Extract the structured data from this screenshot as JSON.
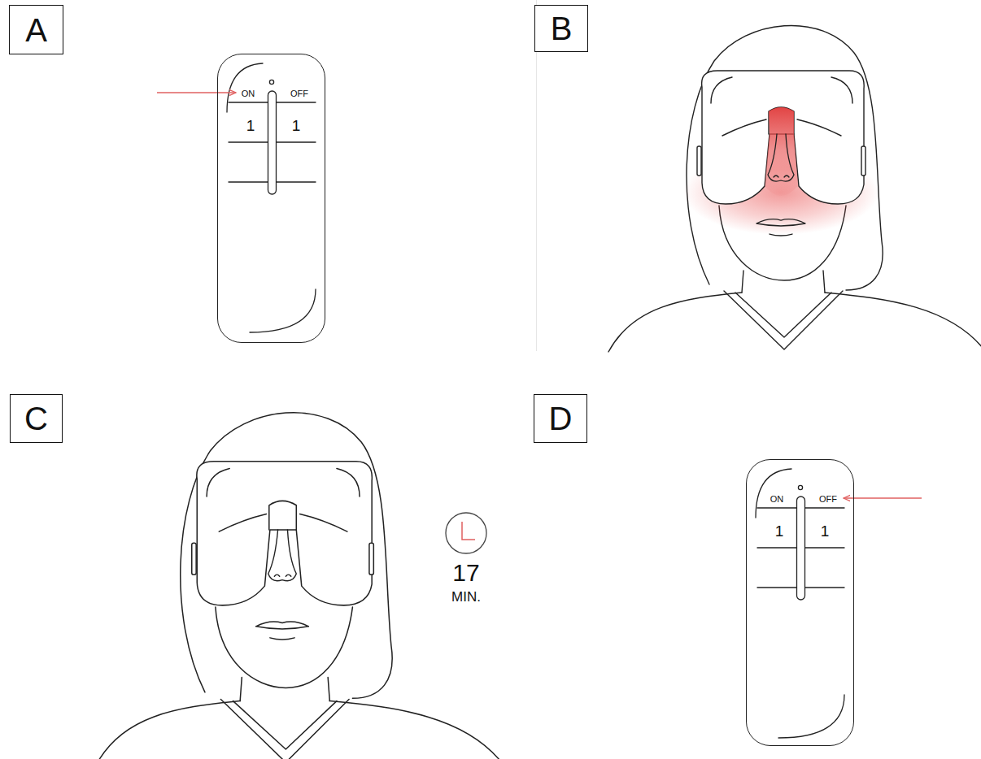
{
  "diagram": {
    "nodes": [
      {
        "text": [
          "A"
        ]
      },
      {
        "text": [
          "ON",
          "OFF",
          "1",
          "1"
        ]
      },
      {
        "text": [
          "B"
        ]
      },
      {
        "text": [
          "C"
        ]
      },
      {
        "text": [
          "D"
        ]
      },
      {
        "text": [
          "ON",
          "OFF",
          "1",
          "1"
        ]
      }
    ],
    "labels": [
      "17",
      "MIN."
    ]
  }
}
